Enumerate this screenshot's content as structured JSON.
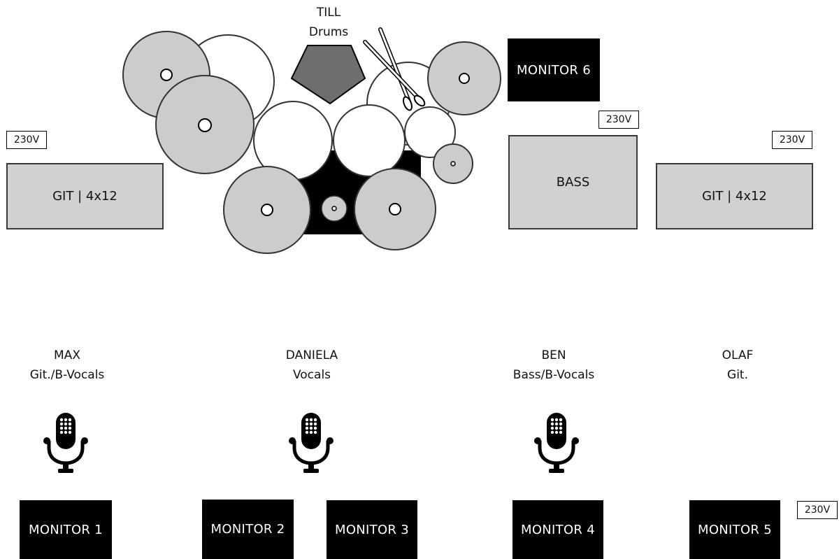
{
  "drummer": {
    "name": "TILL",
    "role": "Drums"
  },
  "performers": [
    {
      "name": "MAX",
      "role": "Git./B-Vocals"
    },
    {
      "name": "DANIELA",
      "role": "Vocals"
    },
    {
      "name": "BEN",
      "role": "Bass/B-Vocals"
    },
    {
      "name": "OLAF",
      "role": "Git."
    }
  ],
  "amps": {
    "left_guitar": "GIT | 4x12",
    "bass": "BASS",
    "right_guitar": "GIT | 4x12"
  },
  "monitors": {
    "m1": "MONITOR 1",
    "m2": "MONITOR 2",
    "m3": "MONITOR 3",
    "m4": "MONITOR 4",
    "m5": "MONITOR 5",
    "m6": "MONITOR 6"
  },
  "power_labels": {
    "left": "230V",
    "bass": "230V",
    "right": "230V",
    "bottom": "230V"
  },
  "colors": {
    "cymbal": "#cccccc",
    "drum": "#ffffff",
    "hardware": "#000000",
    "throne": "#6e6e6e",
    "amp_fill": "#d1d1d1",
    "monitor_fill": "#000000"
  }
}
